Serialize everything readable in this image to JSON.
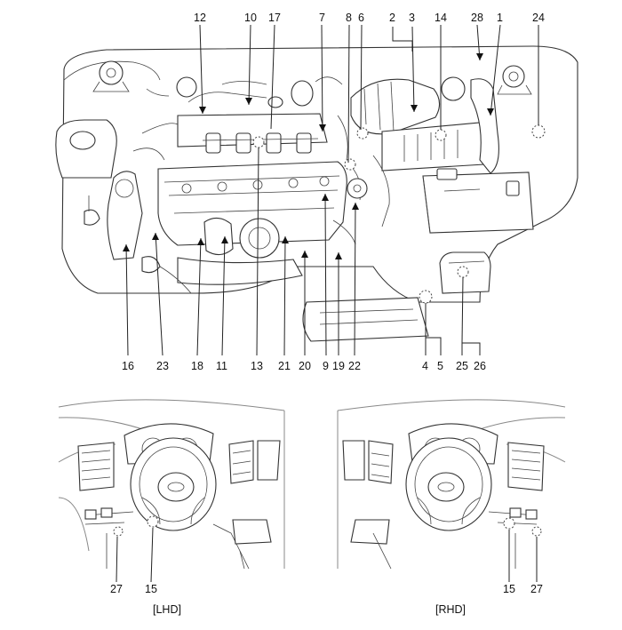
{
  "callouts": {
    "top": [
      "12",
      "10",
      "17",
      "7",
      "8",
      "6",
      "2",
      "3",
      "14",
      "28",
      "1",
      "24"
    ],
    "bottom": [
      "16",
      "23",
      "18",
      "11",
      "13",
      "21",
      "20",
      "9",
      "19",
      "22",
      "4",
      "5",
      "25",
      "26"
    ],
    "dash_lhd": [
      "27",
      "15"
    ],
    "dash_rhd": [
      "15",
      "27"
    ]
  },
  "captions": {
    "lhd": "[LHD]",
    "rhd": "[RHD]"
  }
}
